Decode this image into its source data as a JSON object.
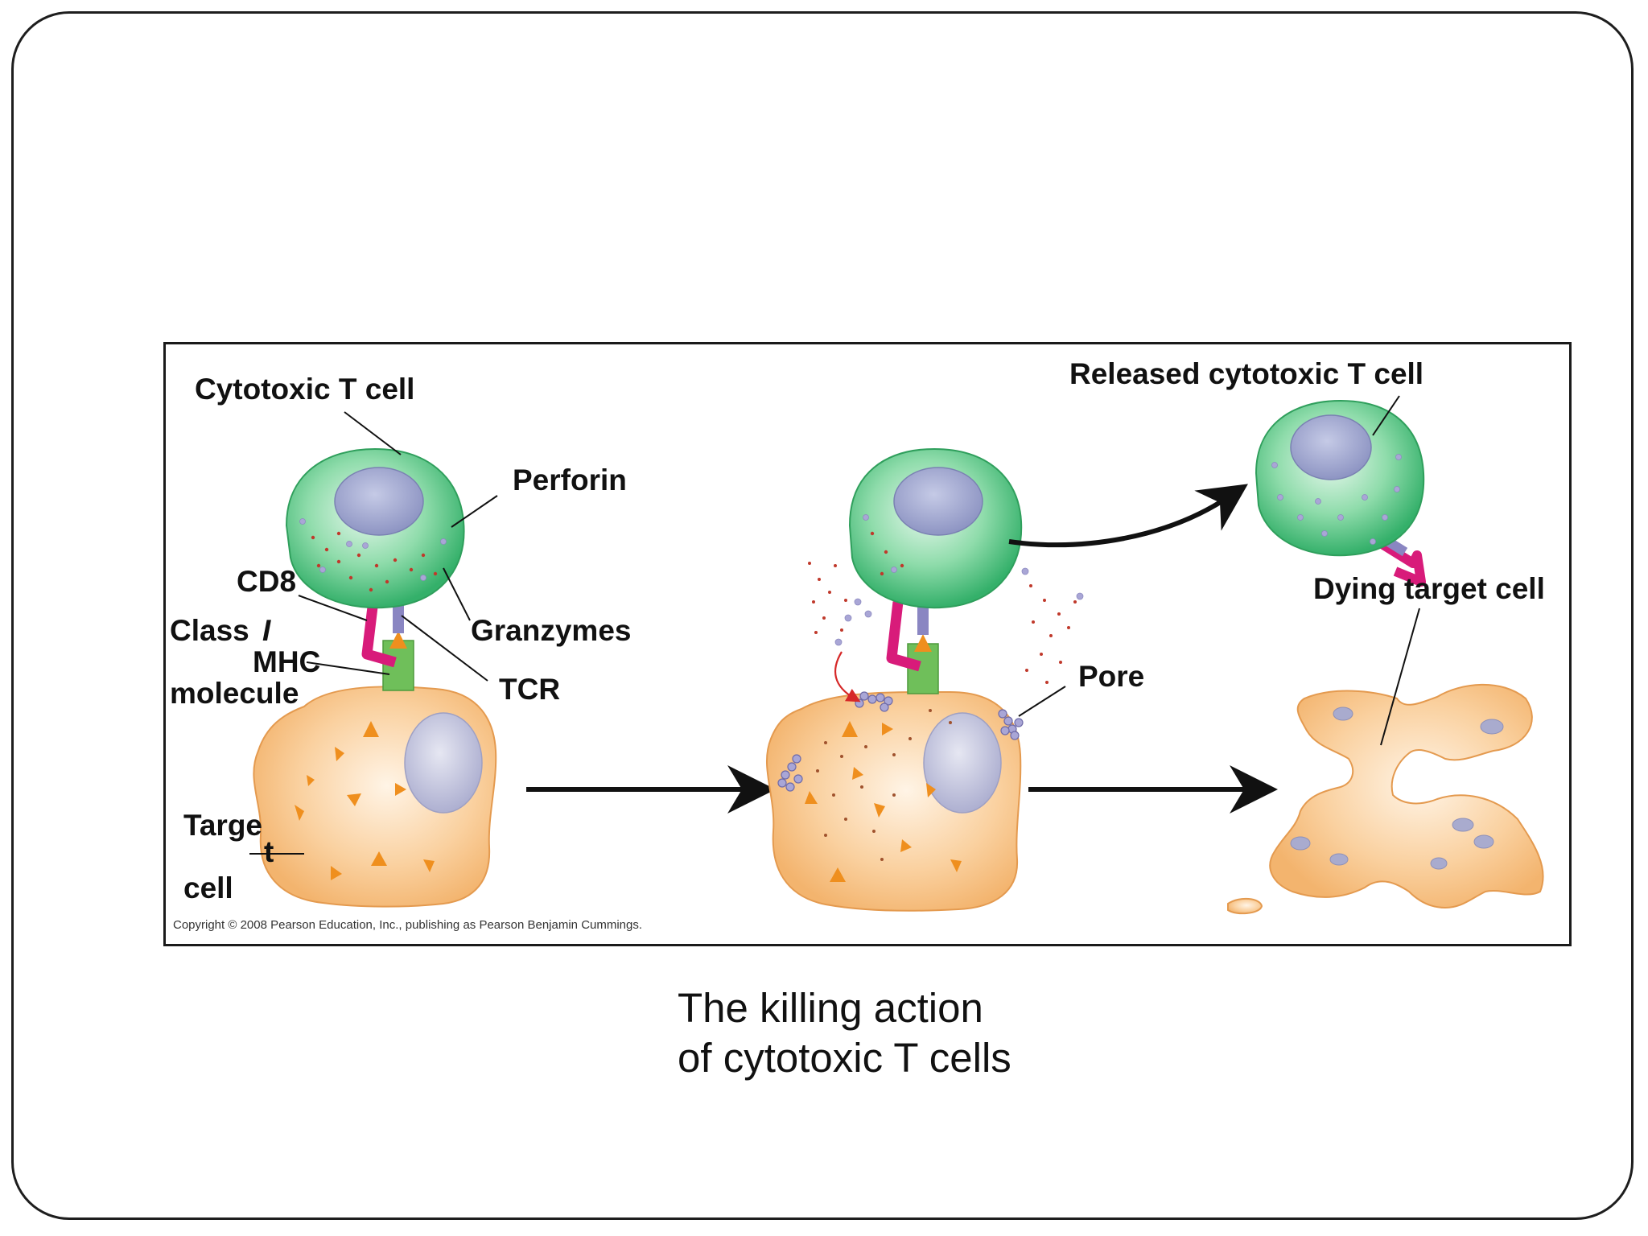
{
  "slide": {
    "caption_line1": "The killing action",
    "caption_line2": "of cytotoxic T cells"
  },
  "figure": {
    "labels": {
      "cytotoxic_t_cell": "Cytotoxic T cell",
      "perforin": "Perforin",
      "cd8": "CD8",
      "class_line1": "Class",
      "class_numeral": "I",
      "mhc": "MHC",
      "molecule": "molecule",
      "granzymes": "Granzymes",
      "tcr": "TCR",
      "target_line1": "Targe",
      "target_line2": "t",
      "target_line3": "cell",
      "pore": "Pore",
      "released_t_cell": "Released cytotoxic T cell",
      "dying_target_cell": "Dying target cell"
    },
    "copyright": "Copyright © 2008 Pearson Education, Inc., publishing as Pearson Benjamin Cummings."
  },
  "colors": {
    "t_cell_green": "#3cb96e",
    "nucleus": "#8f97c4",
    "target_orange": "#f6c48c",
    "cd8_magenta": "#d81b7a",
    "mhc_green": "#6fbf5a",
    "tcr_purple": "#8a86c2",
    "antigen_orange": "#ef8f1e",
    "granzyme_red": "#c0392b",
    "perforin_lilac": "#a9a6d6"
  }
}
